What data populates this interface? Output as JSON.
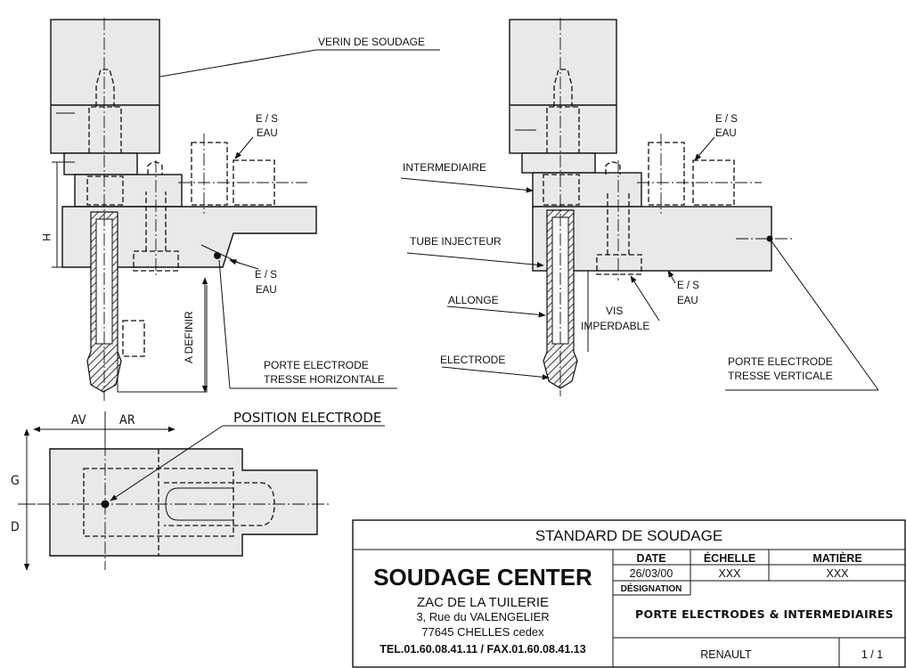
{
  "labels": {
    "verin": "VERIN DE SOUDAGE",
    "es_line1": "E / S",
    "es_line2": "EAU",
    "height_mark": "H",
    "a_definir": "A DEFINIR",
    "porte_horiz_1": "PORTE ELECTRODE",
    "porte_horiz_2": "TRESSE HORIZONTALE",
    "intermediaire": "INTERMEDIAIRE",
    "tube_injecteur": "TUBE INJECTEUR",
    "allonge": "ALLONGE",
    "electrode": "ELECTRODE",
    "vis_1": "VIS",
    "vis_2": "IMPERDABLE",
    "porte_vert_1": "PORTE ELECTRODE",
    "porte_vert_2": "TRESSE VERTICALE",
    "av": "AV",
    "ar": "AR",
    "position": "POSITION ELECTRODE",
    "g": "G",
    "d": "D"
  },
  "title_block": {
    "title": "STANDARD DE SOUDAGE",
    "company": "SOUDAGE CENTER",
    "address_1": "ZAC DE LA TUILERIE",
    "address_2": "3, Rue du VALENGELIER",
    "address_3": "77645 CHELLES cedex",
    "contact": "TEL.01.60.08.41.11 / FAX.01.60.08.41.13",
    "date_header": "DATE",
    "scale_header": "ÉCHELLE",
    "material_header": "MATIÈRE",
    "date_value": "26/03/00",
    "scale_value": "XXX",
    "material_value": "XXX",
    "designation_header": "DÉSIGNATION",
    "designation_value": "PORTE ELECTRODES & INTERMEDIAIRES",
    "client": "RENAULT",
    "sheet": "1 / 1"
  }
}
